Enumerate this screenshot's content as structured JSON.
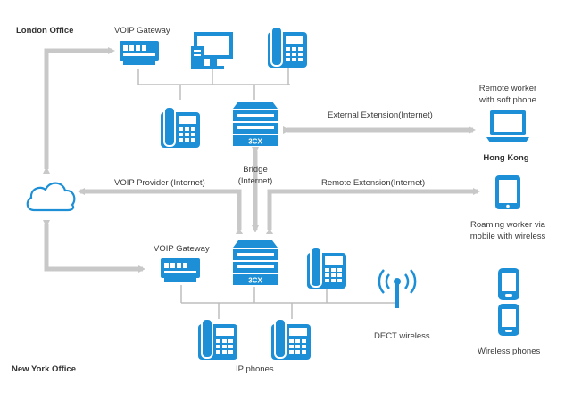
{
  "offices": {
    "london": "London Office",
    "new_york": "New York Office",
    "hong_kong": "Hong Kong"
  },
  "labels": {
    "voip_gateway_top": "VOIP Gateway",
    "voip_gateway_bottom": "VOIP Gateway",
    "external_extension": "External Extension(Internet)",
    "bridge_line1": "Bridge",
    "bridge_line2": "(Internet)",
    "voip_provider": "VOIP Provider (Internet)",
    "remote_extension": "Remote Extension(Internet)",
    "remote_worker_line1": "Remote worker",
    "remote_worker_line2": "with soft phone",
    "roaming_line1": "Roaming worker via",
    "roaming_line2": "mobile with wireless",
    "dect": "DECT wireless",
    "ip_phones": "IP phones",
    "wireless_phones": "Wireless phones",
    "pbx_top_brand": "3CX",
    "pbx_bottom_brand": "3CX"
  },
  "colors": {
    "device_blue": "#1d8fd6",
    "connector_gray": "#c8c8c8",
    "line_gray": "#bdbdbd"
  },
  "icons": [
    "cloud-icon",
    "gateway-icon",
    "desktop-icon",
    "ip-phone-icon",
    "pbx-server-icon",
    "laptop-icon",
    "tablet-icon",
    "mobile-phone-icon",
    "antenna-icon"
  ]
}
